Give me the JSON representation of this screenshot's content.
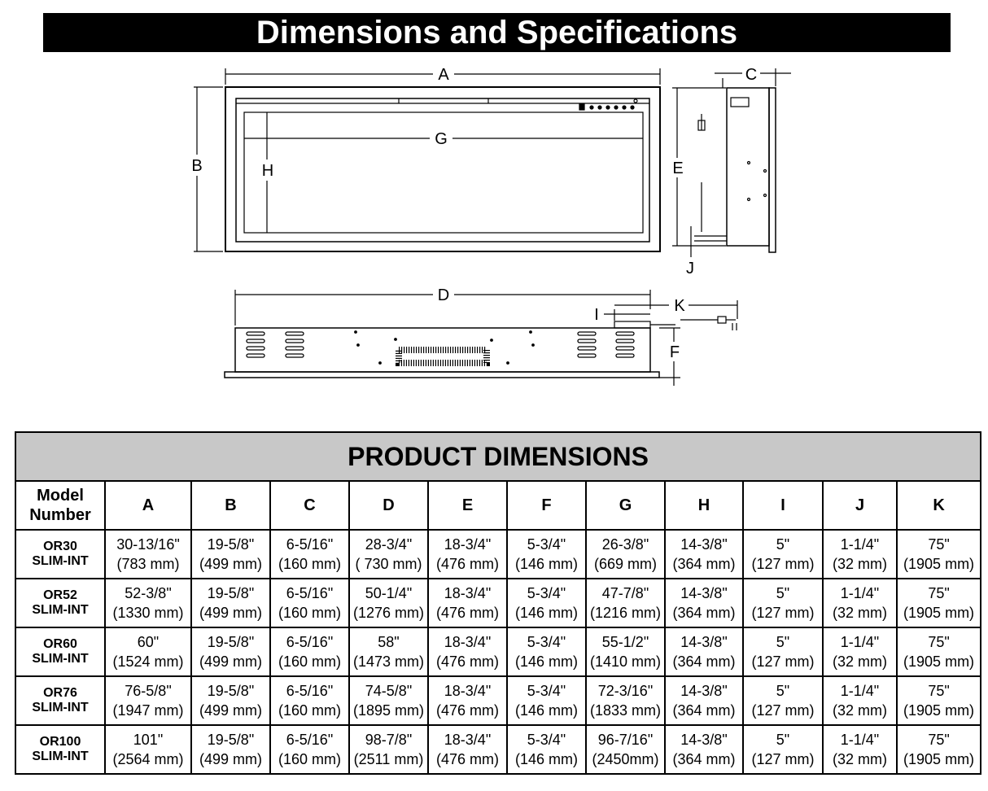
{
  "page": {
    "title": "Dimensions and Specifications"
  },
  "diagram": {
    "labels": {
      "A": "A",
      "B": "B",
      "C": "C",
      "D": "D",
      "E": "E",
      "F": "F",
      "G": "G",
      "H": "H",
      "I": "I",
      "J": "J",
      "K": "K"
    }
  },
  "table": {
    "heading": "PRODUCT DIMENSIONS",
    "model_header": [
      "Model",
      "Number"
    ],
    "columns": [
      "A",
      "B",
      "C",
      "D",
      "E",
      "F",
      "G",
      "H",
      "I",
      "J",
      "K"
    ],
    "rows": [
      {
        "model": [
          "OR30",
          "SLIM-INT"
        ],
        "cells": [
          [
            "30-13/16\"",
            "(783 mm)"
          ],
          [
            "19-5/8\"",
            "(499 mm)"
          ],
          [
            "6-5/16\"",
            "(160 mm)"
          ],
          [
            "28-3/4\"",
            "( 730 mm)"
          ],
          [
            "18-3/4\"",
            "(476 mm)"
          ],
          [
            "5-3/4\"",
            "(146 mm)"
          ],
          [
            "26-3/8\"",
            "(669 mm)"
          ],
          [
            "14-3/8\"",
            "(364 mm)"
          ],
          [
            "5\"",
            "(127 mm)"
          ],
          [
            "1-1/4\"",
            "(32 mm)"
          ],
          [
            "75\"",
            "(1905 mm)"
          ]
        ]
      },
      {
        "model": [
          "OR52",
          "SLIM-INT"
        ],
        "cells": [
          [
            "52-3/8\"",
            "(1330 mm)"
          ],
          [
            "19-5/8\"",
            "(499 mm)"
          ],
          [
            "6-5/16\"",
            "(160 mm)"
          ],
          [
            "50-1/4\"",
            "(1276 mm)"
          ],
          [
            "18-3/4\"",
            "(476 mm)"
          ],
          [
            "5-3/4\"",
            "(146 mm)"
          ],
          [
            "47-7/8\"",
            "(1216 mm)"
          ],
          [
            "14-3/8\"",
            "(364 mm)"
          ],
          [
            "5\"",
            "(127 mm)"
          ],
          [
            "1-1/4\"",
            "(32 mm)"
          ],
          [
            "75\"",
            "(1905 mm)"
          ]
        ]
      },
      {
        "model": [
          "OR60",
          "SLIM-INT"
        ],
        "cells": [
          [
            "60\"",
            "(1524 mm)"
          ],
          [
            "19-5/8\"",
            "(499 mm)"
          ],
          [
            "6-5/16\"",
            "(160 mm)"
          ],
          [
            "58\"",
            "(1473 mm)"
          ],
          [
            "18-3/4\"",
            "(476 mm)"
          ],
          [
            "5-3/4\"",
            "(146 mm)"
          ],
          [
            "55-1/2\"",
            "(1410 mm)"
          ],
          [
            "14-3/8\"",
            "(364 mm)"
          ],
          [
            "5\"",
            "(127 mm)"
          ],
          [
            "1-1/4\"",
            "(32 mm)"
          ],
          [
            "75\"",
            "(1905 mm)"
          ]
        ]
      },
      {
        "model": [
          "OR76",
          "SLIM-INT"
        ],
        "cells": [
          [
            "76-5/8\"",
            "(1947 mm)"
          ],
          [
            "19-5/8\"",
            "(499 mm)"
          ],
          [
            "6-5/16\"",
            "(160 mm)"
          ],
          [
            "74-5/8\"",
            "(1895 mm)"
          ],
          [
            "18-3/4\"",
            "(476 mm)"
          ],
          [
            "5-3/4\"",
            "(146 mm)"
          ],
          [
            "72-3/16\"",
            "(1833 mm)"
          ],
          [
            "14-3/8\"",
            "(364 mm)"
          ],
          [
            "5\"",
            "(127 mm)"
          ],
          [
            "1-1/4\"",
            "(32 mm)"
          ],
          [
            "75\"",
            "(1905 mm)"
          ]
        ]
      },
      {
        "model": [
          "OR100",
          "SLIM-INT"
        ],
        "cells": [
          [
            "101\"",
            "(2564 mm)"
          ],
          [
            "19-5/8\"",
            "(499 mm)"
          ],
          [
            "6-5/16\"",
            "(160 mm)"
          ],
          [
            "98-7/8\"",
            "(2511 mm)"
          ],
          [
            "18-3/4\"",
            "(476 mm)"
          ],
          [
            "5-3/4\"",
            "(146 mm)"
          ],
          [
            "96-7/16\"",
            "(2450mm)"
          ],
          [
            "14-3/8\"",
            "(364 mm)"
          ],
          [
            "5\"",
            "(127 mm)"
          ],
          [
            "1-1/4\"",
            "(32 mm)"
          ],
          [
            "75\"",
            "(1905 mm)"
          ]
        ]
      }
    ]
  }
}
